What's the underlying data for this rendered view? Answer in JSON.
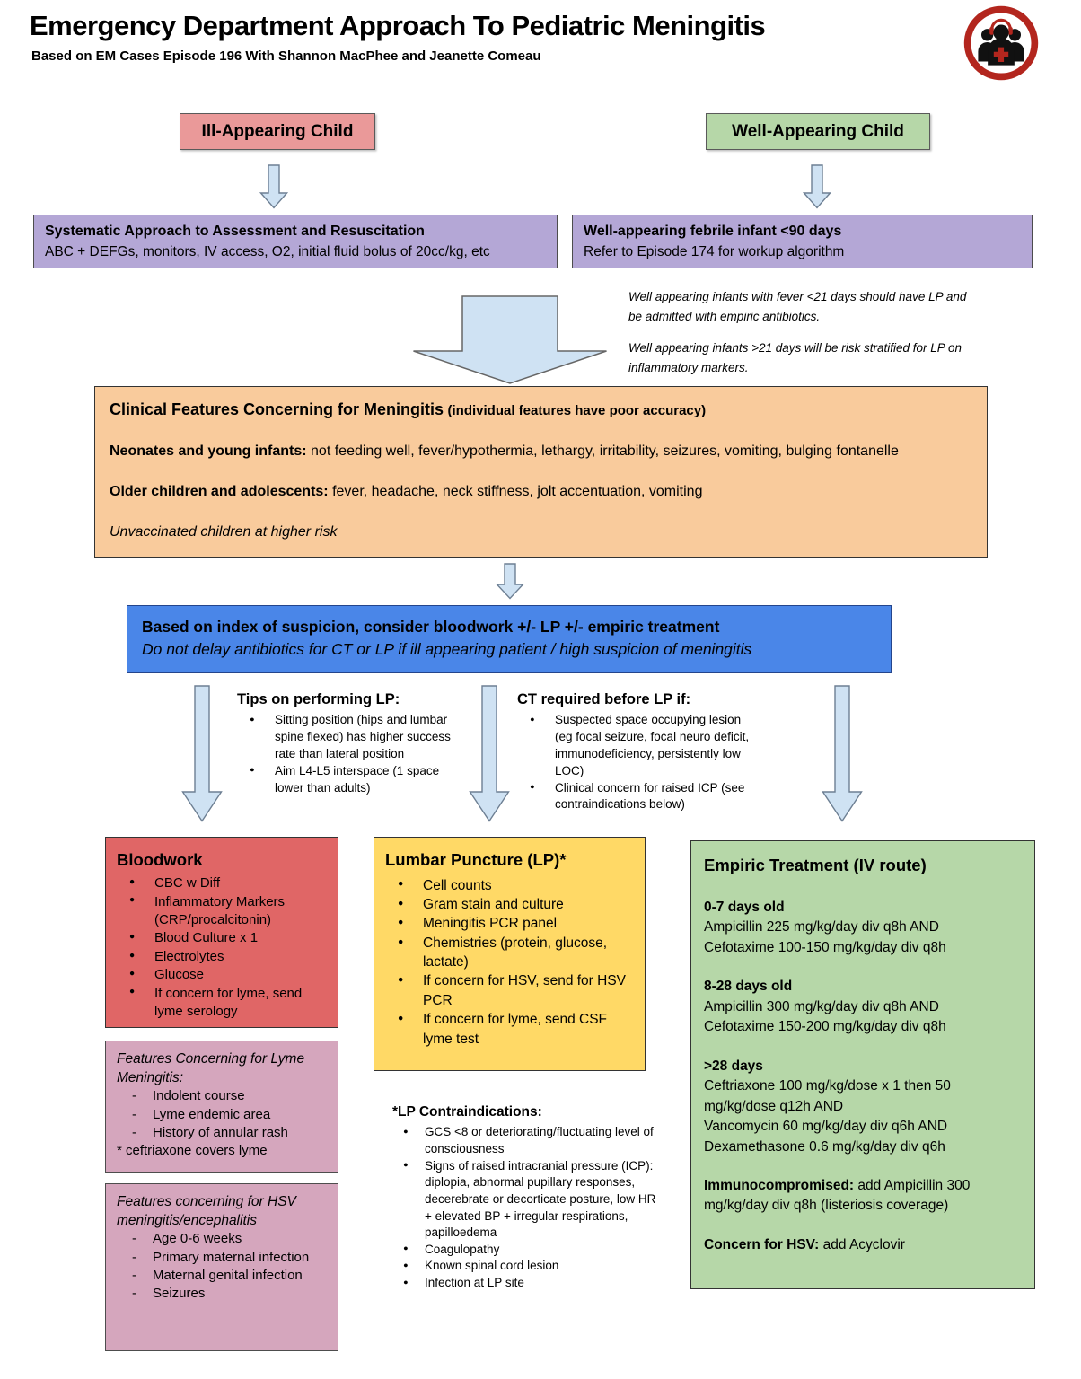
{
  "header": {
    "title": "Emergency Department Approach To Pediatric Meningitis",
    "subtitle": "Based on EM Cases Episode 196 With Shannon MacPhee and Jeanette Comeau",
    "logo": "em-cases-logo"
  },
  "top_labels": {
    "ill": "Ill-Appearing Child",
    "well": "Well-Appearing Child"
  },
  "purple_left": {
    "title": "Systematic Approach to Assessment and Resuscitation",
    "body": "ABC + DEFGs, monitors, IV access, O2, initial fluid bolus of 20cc/kg, etc"
  },
  "purple_right": {
    "title": "Well-appearing febrile infant <90 days",
    "body": "Refer to Episode 174 for workup algorithm"
  },
  "notes": {
    "note1": "Well appearing infants with fever <21 days should have LP and be admitted with empiric antibiotics.",
    "note2": "Well appearing infants >21 days will be risk stratified for LP on inflammatory markers."
  },
  "orange": {
    "title": "Clinical Features Concerning for Meningitis",
    "title_suffix": "(individual features have poor accuracy)",
    "neonates_label": "Neonates and young infants:",
    "neonates_text": "not feeding well, fever/hypothermia, lethargy, irritability, seizures, vomiting, bulging fontanelle",
    "older_label": "Older children and adolescents:",
    "older_text": "fever, headache, neck stiffness, jolt accentuation, vomiting",
    "footnote": "Unvaccinated children at higher risk"
  },
  "blue": {
    "line1": "Based on index of suspicion, consider bloodwork +/- LP +/- empiric treatment",
    "line2": "Do not delay antibiotics for CT or LP if ill appearing patient / high suspicion of meningitis"
  },
  "tips_lp": {
    "title": "Tips on performing LP:",
    "bullets": [
      "Sitting position (hips and lumbar spine flexed) has higher success rate than lateral position",
      "Aim L4-L5 interspace (1 space lower than adults)"
    ]
  },
  "ct_before_lp": {
    "title": "CT required before LP if:",
    "bullets": [
      "Suspected space occupying lesion (eg focal seizure, focal neuro deficit, immunodeficiency, persistently low LOC)",
      "Clinical concern for raised ICP (see contraindications below)"
    ]
  },
  "bloodwork": {
    "title": "Bloodwork",
    "bullets": [
      "CBC w Diff",
      "Inflammatory Markers (CRP/procalcitonin)",
      "Blood Culture x 1",
      "Electrolytes",
      "Glucose",
      "If concern for lyme, send lyme serology"
    ]
  },
  "lyme_box": {
    "title": "Features Concerning for Lyme Meningitis:",
    "items": [
      "Indolent course",
      "Lyme endemic area",
      "History of annular rash"
    ],
    "footnote": "* ceftriaxone covers lyme"
  },
  "hsv_box": {
    "title": "Features concerning for HSV meningitis/encephalitis",
    "items": [
      "Age 0-6 weeks",
      "Primary maternal infection",
      "Maternal genital infection",
      "Seizures"
    ]
  },
  "lp": {
    "title": "Lumbar Puncture (LP)*",
    "bullets": [
      "Cell counts",
      "Gram stain and culture",
      "Meningitis PCR panel",
      "Chemistries (protein, glucose, lactate)",
      "If concern for HSV, send for HSV PCR",
      "If concern for lyme, send CSF lyme test"
    ]
  },
  "lp_contra": {
    "title": "*LP Contraindications:",
    "bullets": [
      "GCS <8 or deteriorating/fluctuating level of consciousness",
      "Signs of raised intracranial pressure (ICP): diplopia, abnormal pupillary responses, decerebrate or decorticate posture, low HR + elevated BP + irregular respirations, papilloedema",
      "Coagulopathy",
      "Known spinal cord lesion",
      "Infection at LP site"
    ]
  },
  "treatment": {
    "title": "Empiric Treatment (IV route)",
    "sections": [
      {
        "heading": "0-7 days old",
        "lines": [
          "Ampicillin 225 mg/kg/day div q8h AND",
          "Cefotaxime 100-150 mg/kg/day div q8h"
        ]
      },
      {
        "heading": "8-28 days old",
        "lines": [
          "Ampicillin 300 mg/kg/day div q8h AND",
          "Cefotaxime 150-200 mg/kg/day div q8h"
        ]
      },
      {
        "heading": ">28 days",
        "lines": [
          "Ceftriaxone 100 mg/kg/dose x 1 then 50 mg/kg/dose q12h AND",
          "Vancomycin 60 mg/kg/day div q6h AND",
          "Dexamethasone 0.6 mg/kg/day div q6h"
        ]
      }
    ],
    "immuno_label": "Immunocompromised:",
    "immuno_text": " add Ampicillin 300 mg/kg/day div q8h (listeriosis coverage)",
    "hsv_label": "Concern for HSV:",
    "hsv_text": " add Acyclovir"
  },
  "colors": {
    "ill_red": "#ea9999",
    "well_green": "#b6d7a8",
    "purple": "#b4a7d6",
    "orange": "#f9cb9c",
    "blue": "#4a86e8",
    "bloodwork_red": "#e06666",
    "pink": "#d5a6bd",
    "yellow": "#ffd966",
    "treatment_green": "#b6d7a8",
    "arrow_fill": "#cfe2f3",
    "logo_ring_red": "#b3261e"
  }
}
